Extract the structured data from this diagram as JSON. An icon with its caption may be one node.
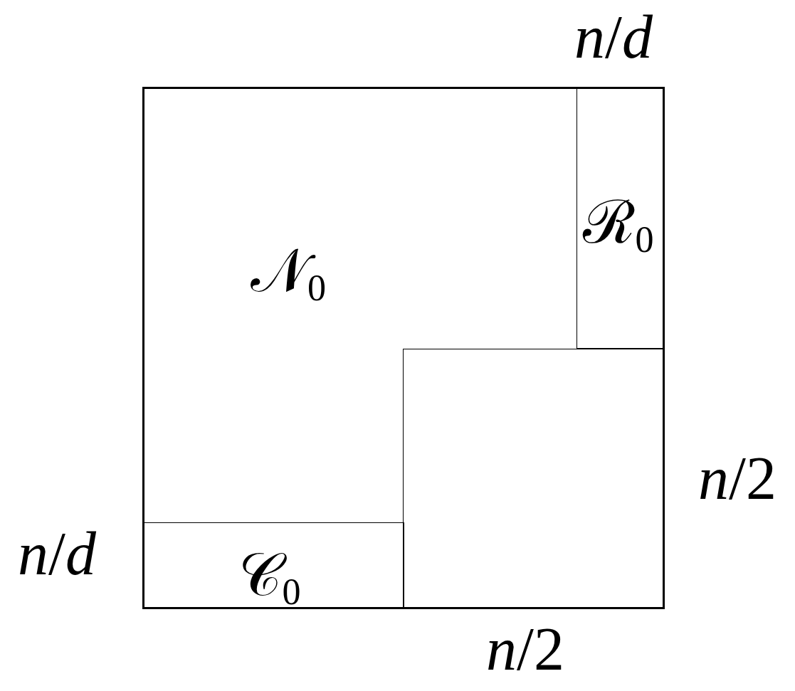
{
  "diagram": {
    "nodes": [
      {
        "text": [
          "𝒩$_{0}$"
        ]
      },
      {
        "text": [
          "ℛ$_{0}$"
        ],
        "in": 0
      },
      {
        "text": [],
        "shape": "box",
        "in": 0
      },
      {
        "text": [
          "𝒞$_{0}$"
        ],
        "in": 0
      }
    ],
    "labels": [
      "*n*/*d*",
      "*n*/2",
      "*n*/*d*",
      "*n*/2"
    ]
  }
}
